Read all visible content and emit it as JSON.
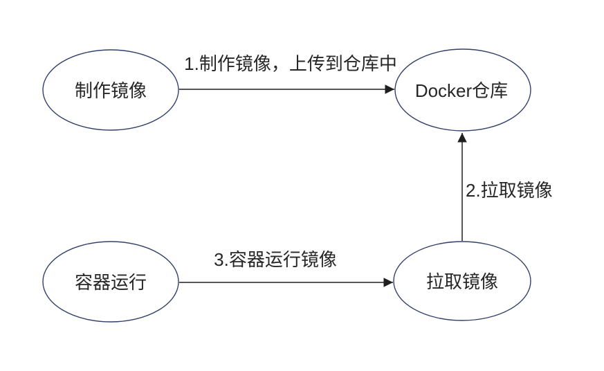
{
  "diagram": {
    "title_hint": "docker-image-flow",
    "colors": {
      "background": "#ffffff",
      "node_stroke": "#31406b",
      "edge": "#1f1f1f",
      "text": "#262626"
    },
    "nodes": [
      {
        "id": "make-image",
        "label": "制作镜像"
      },
      {
        "id": "docker-registry",
        "label": "Docker仓库"
      },
      {
        "id": "container-run",
        "label": "容器运行"
      },
      {
        "id": "pull-image",
        "label": "拉取镜像"
      }
    ],
    "edges": [
      {
        "id": "edge-1",
        "from": "make-image",
        "to": "docker-registry",
        "label": "1.制作镜像，上传到仓库中"
      },
      {
        "id": "edge-2",
        "from": "pull-image",
        "to": "docker-registry",
        "label": "2.拉取镜像"
      },
      {
        "id": "edge-3",
        "from": "container-run",
        "to": "pull-image",
        "label": "3.容器运行镜像"
      }
    ]
  }
}
